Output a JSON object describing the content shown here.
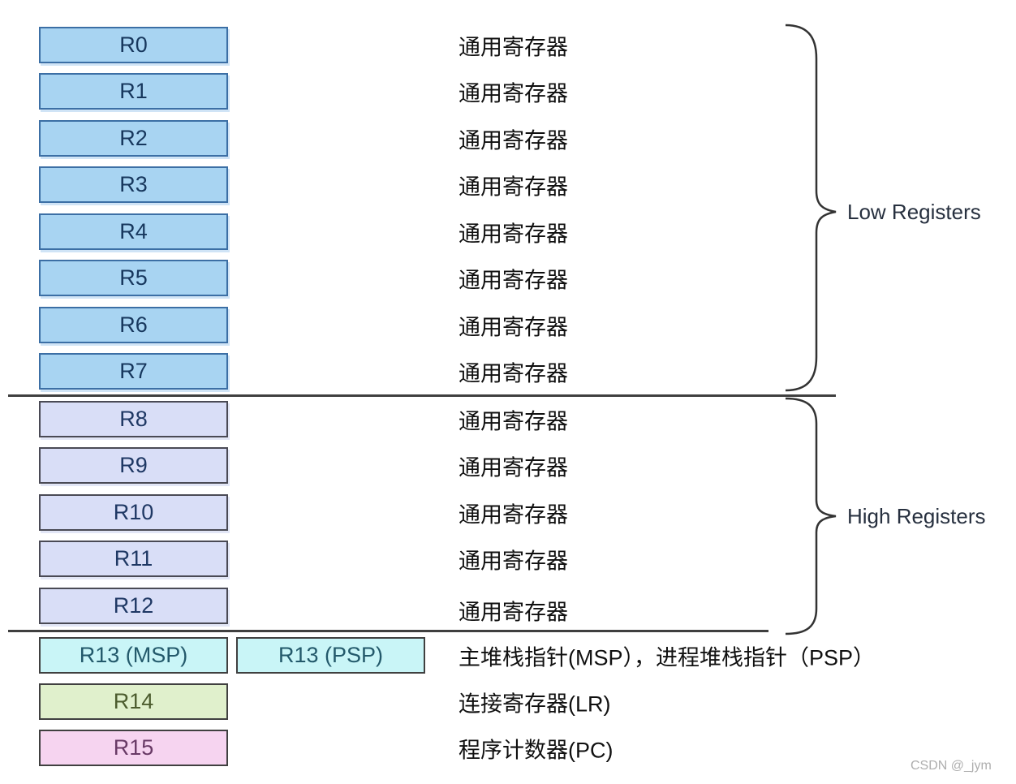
{
  "registers": {
    "low": [
      {
        "label": "R0",
        "desc": "通用寄存器"
      },
      {
        "label": "R1",
        "desc": "通用寄存器"
      },
      {
        "label": "R2",
        "desc": "通用寄存器"
      },
      {
        "label": "R3",
        "desc": "通用寄存器"
      },
      {
        "label": "R4",
        "desc": "通用寄存器"
      },
      {
        "label": "R5",
        "desc": "通用寄存器"
      },
      {
        "label": "R6",
        "desc": "通用寄存器"
      },
      {
        "label": "R7",
        "desc": "通用寄存器"
      }
    ],
    "high": [
      {
        "label": "R8",
        "desc": "通用寄存器"
      },
      {
        "label": "R9",
        "desc": "通用寄存器"
      },
      {
        "label": "R10",
        "desc": "通用寄存器"
      },
      {
        "label": "R11",
        "desc": "通用寄存器"
      },
      {
        "label": "R12",
        "desc": "通用寄存器"
      }
    ],
    "special": {
      "r13": {
        "msp_label": "R13 (MSP)",
        "psp_label": "R13 (PSP)",
        "desc": "主堆栈指针(MSP），进程堆栈指针（PSP）"
      },
      "r14": {
        "label": "R14",
        "desc": "连接寄存器(LR)"
      },
      "r15": {
        "label": "R15",
        "desc": "程序计数器(PC)"
      }
    }
  },
  "braces": {
    "low_label": "Low Registers",
    "high_label": "High Registers"
  },
  "watermark": "CSDN @_jym",
  "colors": {
    "low_fill": "#a8d4f2",
    "low_border": "#3c6fa5",
    "high_fill": "#d9def7",
    "r13_fill": "#c9f5f7",
    "r14_fill": "#e0f0cc",
    "r15_fill": "#f6d4f0",
    "label_navy": "#17375d",
    "desc_text": "#101010"
  }
}
